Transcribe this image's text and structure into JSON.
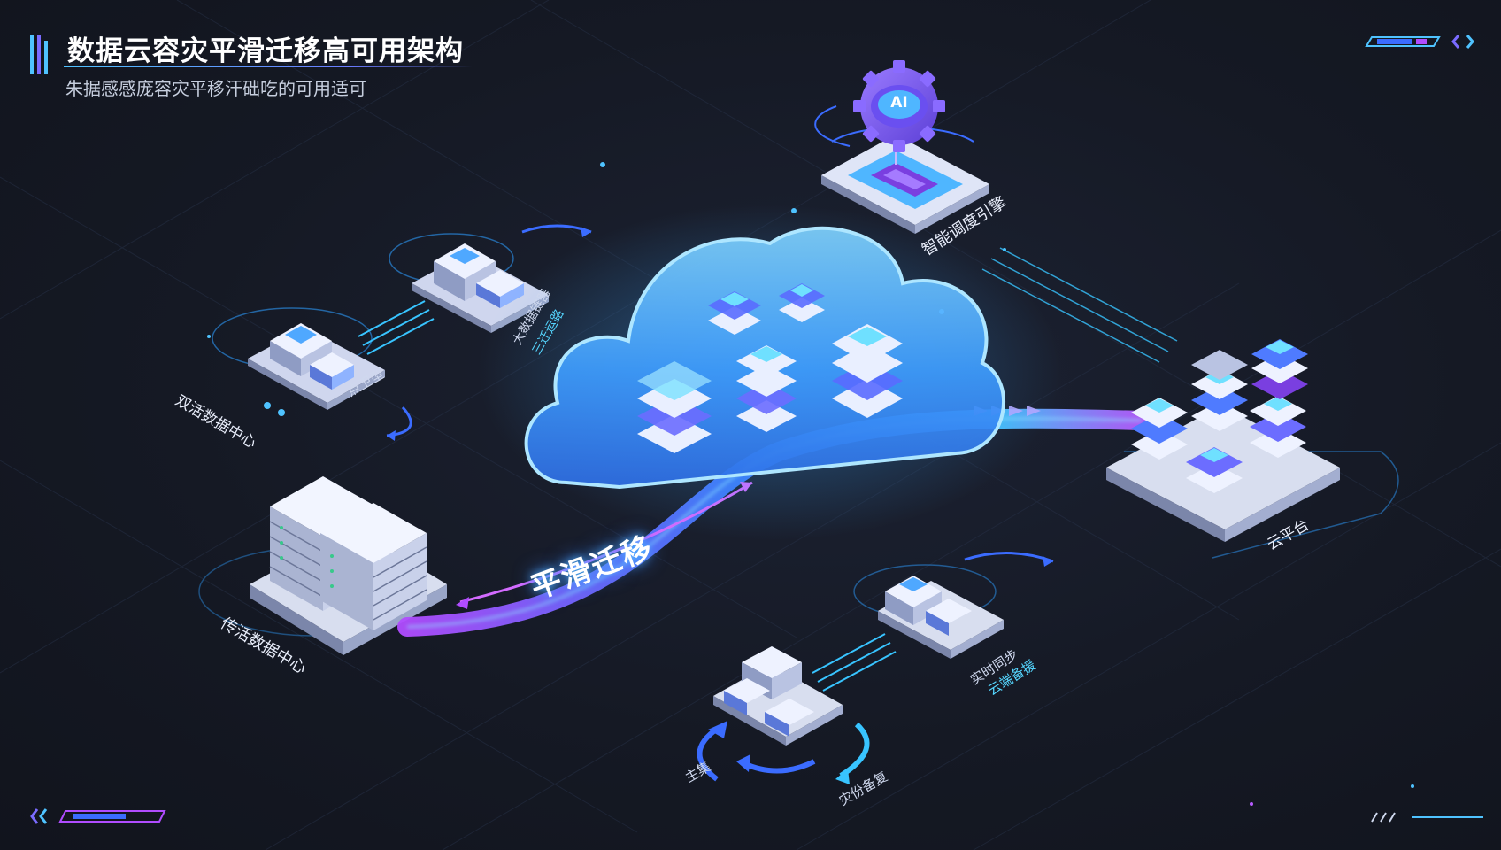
{
  "header": {
    "title": "数据云容灾平滑迁移高可用架构",
    "subtitle": "朱据感感庞容灾平移汗础吃的可用适可"
  },
  "nodes": {
    "active_active_dc": {
      "label": "双活数据中心",
      "sub_label": "点卫型",
      "detail_1": "大数据链器",
      "detail_2": "三迁运路"
    },
    "traditional_dc": {
      "label": "传活数据中心"
    },
    "migration": {
      "label": "平滑迁移"
    },
    "ai_engine": {
      "label": "智能调度引擎",
      "badge": "AI"
    },
    "cloud_platform": {
      "label": "云平台"
    },
    "realtime_sync": {
      "label_1": "实时同步",
      "label_2": "云端备援"
    },
    "primary": {
      "label": "主集"
    },
    "backup": {
      "label": "灾份备复"
    }
  },
  "colors": {
    "background": "#151924",
    "accent_cyan": "#4fc3ff",
    "accent_purple": "#a855f7",
    "accent_blue": "#3b6cff",
    "cloud_fill": "#3aa8ff"
  }
}
